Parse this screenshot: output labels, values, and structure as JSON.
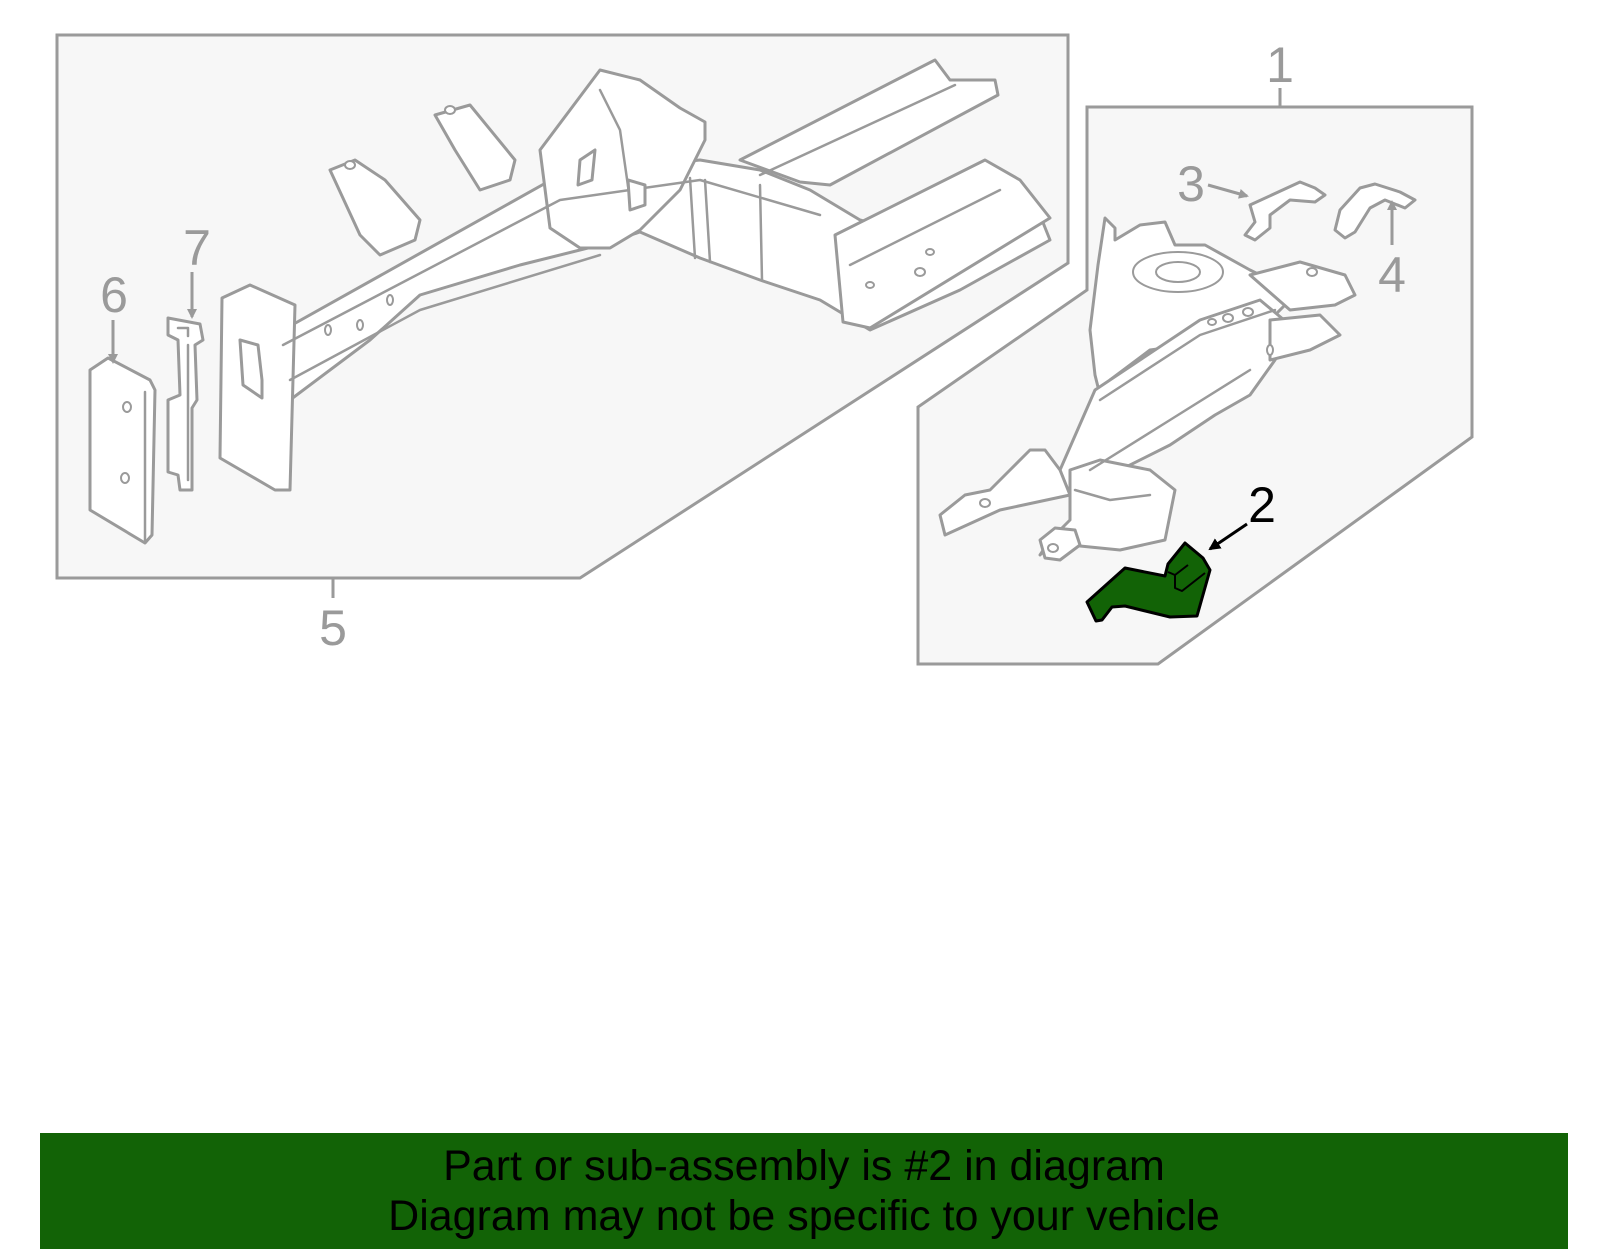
{
  "colors": {
    "highlight": "#126306",
    "banner_bg": "#126306",
    "line_gray": "#9a9a9a",
    "panel_bg": "#f7f7f7",
    "callout_highlight": "#000000"
  },
  "callouts": {
    "c1": "1",
    "c2": "2",
    "c3": "3",
    "c4": "4",
    "c5": "5",
    "c6": "6",
    "c7": "7"
  },
  "highlighted_part": "2",
  "banner": {
    "line1": "Part or sub-assembly is #2 in diagram",
    "line2": "Diagram may not be specific to your vehicle"
  }
}
